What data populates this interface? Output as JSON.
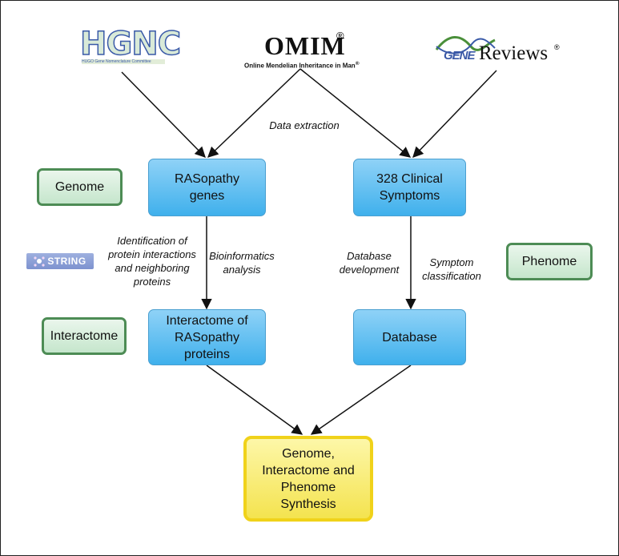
{
  "logos": {
    "hgnc": {
      "text": "HGNC",
      "subtext": "HUGO Gene Nomenclature Committee"
    },
    "omim": {
      "text": "OMIM",
      "reg": "®",
      "subtext": "Online Mendelian Inheritance in Man",
      "subtext_reg": "®"
    },
    "genereviews": {
      "gene": "GENE",
      "text": "Reviews",
      "reg": "®"
    },
    "string": {
      "text": "STRING"
    }
  },
  "nodes": {
    "rasopathy_genes": "RASopathy genes",
    "clinical_symptoms": "328 Clinical Symptoms",
    "interactome": "Interactome of RASopathy proteins",
    "database": "Database",
    "synthesis": "Genome, Interactome and Phenome Synthesis"
  },
  "categories": {
    "genome": "Genome",
    "interactome": "Interactome",
    "phenome": "Phenome"
  },
  "edge_labels": {
    "data_extraction": "Data extraction",
    "identification": "Identification of protein interactions and neighboring proteins",
    "bioinformatics": "Bioinformatics analysis",
    "database_development": "Database development",
    "symptom_classification": "Symptom classification"
  },
  "colors": {
    "process_box": "#5bbcf0",
    "category_border": "#4d8c55",
    "synthesis_fill": "#f8ec6e",
    "synthesis_border": "#f0d21a"
  }
}
